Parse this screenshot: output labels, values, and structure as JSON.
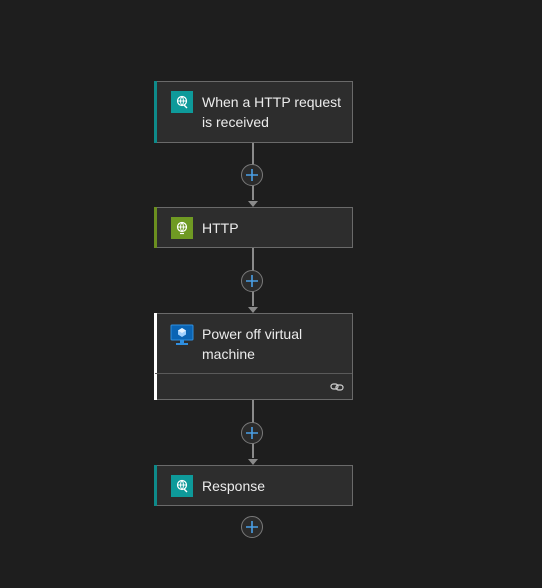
{
  "workflow": {
    "steps": [
      {
        "title": "When a HTTP request is received",
        "icon": "http-request-trigger-icon",
        "accent": "#0e8a8a",
        "icon_bg": "#0e9a9a"
      },
      {
        "title": "HTTP",
        "icon": "http-globe-icon",
        "accent": "#6b8f1f",
        "icon_bg": "#6f9a23"
      },
      {
        "title": "Power off virtual machine",
        "icon": "azure-vm-icon",
        "accent": "#ffffff",
        "icon_bg": "#0a64b4",
        "footer_icon": "link-icon"
      },
      {
        "title": "Response",
        "icon": "response-icon",
        "accent": "#0e8a8a",
        "icon_bg": "#0e9a9a"
      }
    ]
  }
}
